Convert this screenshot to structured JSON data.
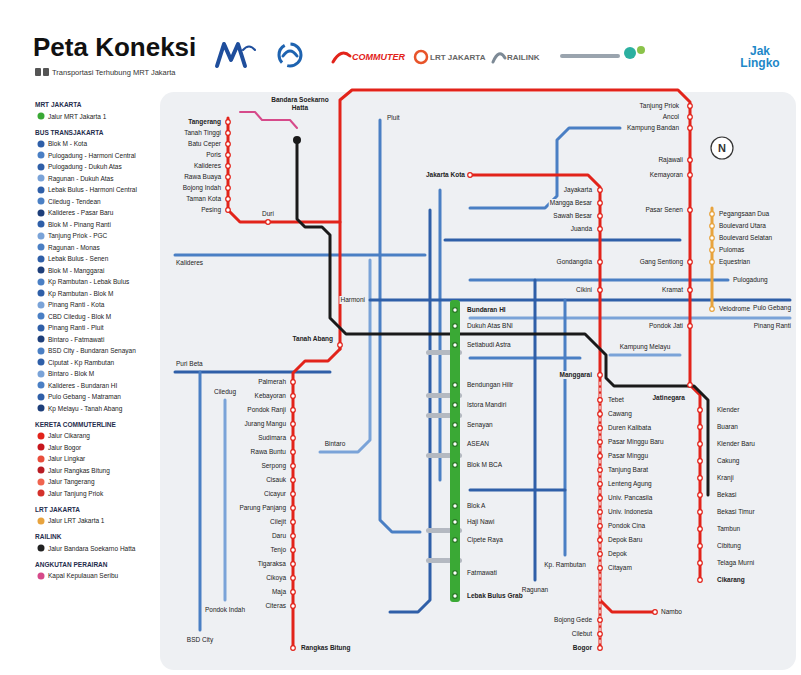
{
  "diagram": {
    "title": "Peta Koneksi",
    "labels": [
      "Transportasi Terhubung MRT Jakarta",
      "COMMUTER",
      "LRT JAKARTA",
      "RAILINK",
      "Jak Lingko",
      "MRT JAKARTA",
      "BUS TRANSJAKARTA",
      "KERETA COMMUTERLINE",
      "LRT JAKARTA",
      "RAILINK",
      "ANGKUTAN PERAIRAN",
      "N",
      "Tangerang",
      "Tanah Tinggi",
      "Batu Ceper",
      "Poris",
      "Kalideres",
      "Rawa Buaya",
      "Bojong Indah",
      "Taman Kota",
      "Pesing",
      "Duri",
      "Bandara Soekarno Hatta",
      "Tanah Abang",
      "Palmerah",
      "Kebayoran",
      "Pondok Ranji",
      "Jurang Mangu",
      "Sudimara",
      "Rawa Buntu",
      "Serpong",
      "Cisauk",
      "Cicayur",
      "Parung Panjang",
      "Cilejit",
      "Daru",
      "Tenjo",
      "Tigaraksa",
      "Cikoya",
      "Maja",
      "Citeras",
      "Rangkas Bitung",
      "Jakarta Kota",
      "Jayakarta",
      "Mangga Besar",
      "Sawah Besar",
      "Juanda",
      "Gondangdia",
      "Cikini",
      "Manggarai",
      "Tebet",
      "Cawang",
      "Duren Kalibata",
      "Pasar Minggu Baru",
      "Pasar Minggu",
      "Tanjung Barat",
      "Lenteng Agung",
      "Univ. Pancasila",
      "Univ. Indonesia",
      "Pondok Cina",
      "Depok Baru",
      "Depok",
      "Citayam",
      "Nambo",
      "Bojong Gede",
      "Cilebut",
      "Bogor",
      "Tanjung Priok",
      "Ancol",
      "Kampung Bandan",
      "Rajawali",
      "Kemayoran",
      "Pasar Senen",
      "Gang Sentiong",
      "Kramat",
      "Pondok Jati",
      "Jatinegara",
      "Klender",
      "Buaran",
      "Klender Baru",
      "Cakung",
      "Kranji",
      "Bekasi",
      "Bekasi Timur",
      "Tambun",
      "Cibitung",
      "Telaga Murni",
      "Cikarang",
      "Pegangsaan Dua",
      "Boulevard Utara",
      "Boulevard Selatan",
      "Pulomas",
      "Equestrian",
      "Velodrome",
      "Bundaran HI",
      "Dukuh Atas BNI",
      "Setiabudi Astra",
      "Bendungan Hilir",
      "Istora Mandiri",
      "Senayan",
      "ASEAN",
      "Blok M BCA",
      "Blok A",
      "Haji Nawi",
      "Cipete Raya",
      "Fatmawati",
      "Lebak Bulus Grab",
      "Pluit",
      "Kalideres",
      "Harmoni",
      "Puri Beta",
      "Ciledug",
      "BSD City",
      "Pondok Indah",
      "Bintaro",
      "Pulogadung",
      "Pulo Gebang",
      "Pinang Ranti",
      "Kampung Melayu",
      "Ragunan",
      "Kp. Rambutan"
    ],
    "legend": [
      {
        "text": "Jalur MRT Jakarta 1",
        "color": "#3aa935"
      },
      {
        "text": "Blok M - Kota",
        "color": "#2f5fa8"
      },
      {
        "text": "Pulogadung - Harmoni Central",
        "color": "#4a7fc4"
      },
      {
        "text": "Pulogadung - Dukuh Atas",
        "color": "#2f5fa8"
      },
      {
        "text": "Ragunan - Dukuh Atas",
        "color": "#7aa3d8"
      },
      {
        "text": "Lebak Bulus - Harmoni Central",
        "color": "#2f5fa8"
      },
      {
        "text": "Ciledug - Tendean",
        "color": "#4a7fc4"
      },
      {
        "text": "Kalideres - Pasar Baru",
        "color": "#1e3f7a"
      },
      {
        "text": "Blok M - Pinang Ranti",
        "color": "#2f5fa8"
      },
      {
        "text": "Tanjung Priok - PGC",
        "color": "#7aa3d8"
      },
      {
        "text": "Ragunan - Monas",
        "color": "#4a7fc4"
      },
      {
        "text": "Lebak Bulus - Senen",
        "color": "#2f5fa8"
      },
      {
        "text": "Blok M - Manggarai",
        "color": "#1e3f7a"
      },
      {
        "text": "Kp Rambutan - Lebak Bulus",
        "color": "#4a7fc4"
      },
      {
        "text": "Kp Rambutan - Blok M",
        "color": "#2f5fa8"
      },
      {
        "text": "Pinang Ranti - Kota",
        "color": "#7aa3d8"
      },
      {
        "text": "CBD Ciledug - Blok M",
        "color": "#4a7fc4"
      },
      {
        "text": "Pinang Ranti - Pluit",
        "color": "#2f5fa8"
      },
      {
        "text": "Bintaro - Fatmawati",
        "color": "#1e3f7a"
      },
      {
        "text": "BSD City - Bundaran Senayan",
        "color": "#4a7fc4"
      },
      {
        "text": "Ciputat - Kp Rambutan",
        "color": "#2f5fa8"
      },
      {
        "text": "Bintaro - Blok M",
        "color": "#7aa3d8"
      },
      {
        "text": "Kalideres - Bundaran HI",
        "color": "#4a7fc4"
      },
      {
        "text": "Pulo Gebang - Matraman",
        "color": "#2f5fa8"
      },
      {
        "text": "Kp Melayu - Tanah Abang",
        "color": "#1e3f7a"
      },
      {
        "text": "Jalur Cikarang",
        "color": "#e2231a"
      },
      {
        "text": "Jalur Bogor",
        "color": "#c7161d"
      },
      {
        "text": "Jalur Lingkar",
        "color": "#e94e3c"
      },
      {
        "text": "Jalur Rangkas Bitung",
        "color": "#b81c23"
      },
      {
        "text": "Jalur Tangerang",
        "color": "#f0644f"
      },
      {
        "text": "Jalur Tanjung Priok",
        "color": "#d4312b"
      },
      {
        "text": "Jalur LRT Jakarta 1",
        "color": "#e8a33d"
      },
      {
        "text": "Jalur Bandara Soekarno Hatta",
        "color": "#222222"
      },
      {
        "text": "Kapal Kepulauan Seribu",
        "color": "#d64a8a"
      }
    ]
  }
}
